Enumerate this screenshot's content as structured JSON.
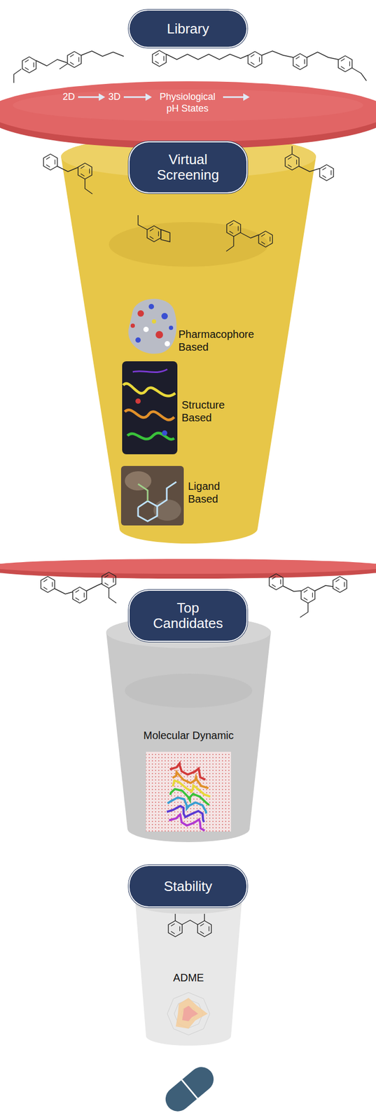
{
  "diagram": {
    "nodes": [
      {
        "text": [
          "Library"
        ]
      },
      {
        "text": [
          "2D",
          "3D",
          "Physiological pH States"
        ]
      },
      {
        "text": [
          "Virtual Screening"
        ]
      },
      {
        "text": [
          "Pharmacophore Based",
          "Structure Based",
          "Ligand Based"
        ]
      },
      {
        "text": [
          "Top Candidates"
        ]
      },
      {
        "text": [
          "Molecular Dynamic"
        ]
      },
      {
        "text": [
          "Stability"
        ]
      },
      {
        "text": [
          "ADME"
        ]
      }
    ]
  }
}
